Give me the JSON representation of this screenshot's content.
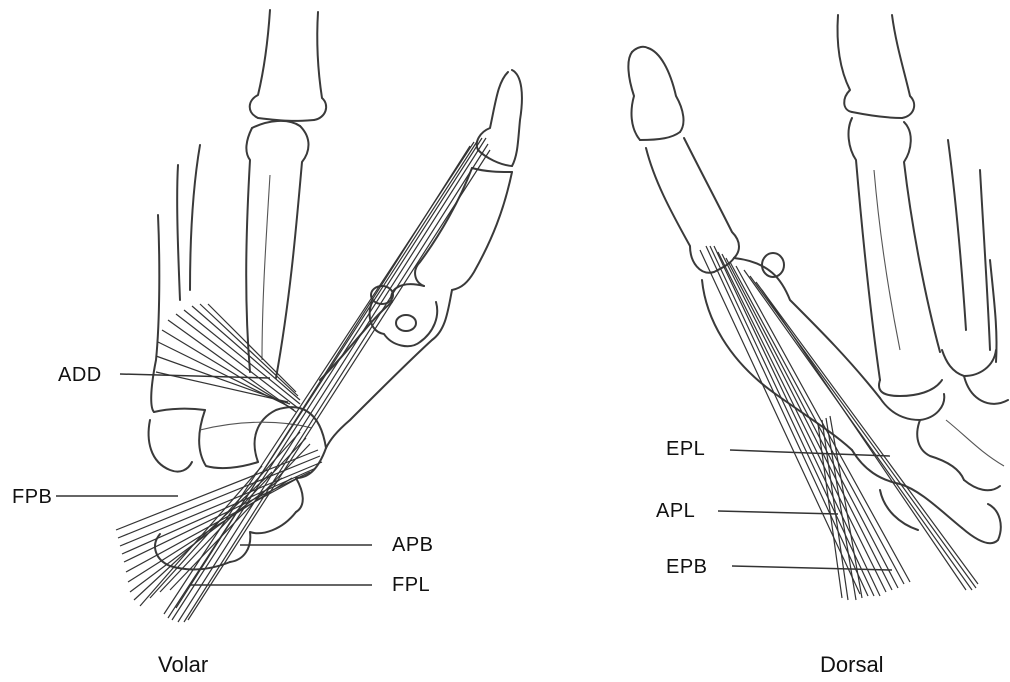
{
  "panels": [
    {
      "id": "volar",
      "caption": "Volar",
      "labels": [
        "ADD",
        "FPB",
        "APB",
        "FPL"
      ]
    },
    {
      "id": "dorsal",
      "caption": "Dorsal",
      "labels": [
        "EPL",
        "APL",
        "EPB"
      ]
    }
  ],
  "colors": {
    "line": "#333333",
    "background": "#ffffff"
  }
}
